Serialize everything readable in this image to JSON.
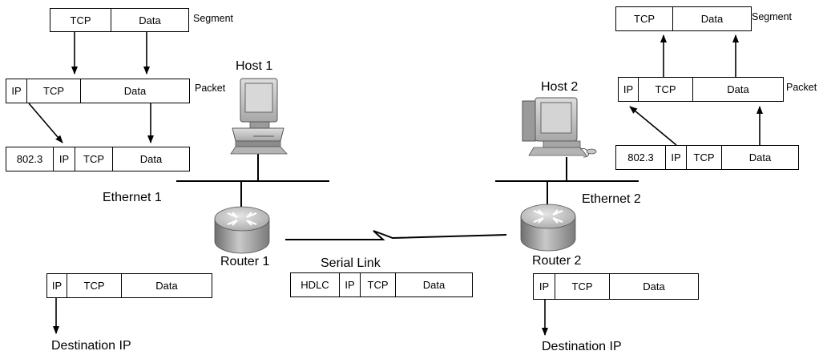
{
  "labels": {
    "segment_left": "Segment",
    "packet_left": "Packet",
    "segment_right": "Segment",
    "packet_right": "Packet",
    "host1": "Host 1",
    "host2": "Host 2",
    "ethernet1": "Ethernet 1",
    "ethernet2": "Ethernet 2",
    "router1": "Router 1",
    "router2": "Router 2",
    "serial_link": "Serial Link",
    "dest_ip_left": "Destination IP",
    "dest_ip_right": "Destination IP"
  },
  "headers": {
    "left_segment": [
      "TCP",
      "Data"
    ],
    "left_packet": [
      "IP",
      "TCP",
      "Data"
    ],
    "left_frame": [
      "802.3",
      "IP",
      "TCP",
      "Data"
    ],
    "right_segment": [
      "TCP",
      "Data"
    ],
    "right_packet": [
      "IP",
      "TCP",
      "Data"
    ],
    "right_frame": [
      "802.3",
      "IP",
      "TCP",
      "Data"
    ],
    "router1_packet": [
      "IP",
      "TCP",
      "Data"
    ],
    "serial_frame": [
      "HDLC",
      "IP",
      "TCP",
      "Data"
    ],
    "router2_packet": [
      "IP",
      "TCP",
      "Data"
    ]
  },
  "colors": {
    "line": "#000000",
    "router_top": "#b8b8b8",
    "router_side": "#8e8e8e",
    "computer_body": "#c8c8c8"
  },
  "icons": [
    "computer-icon",
    "router-icon"
  ]
}
